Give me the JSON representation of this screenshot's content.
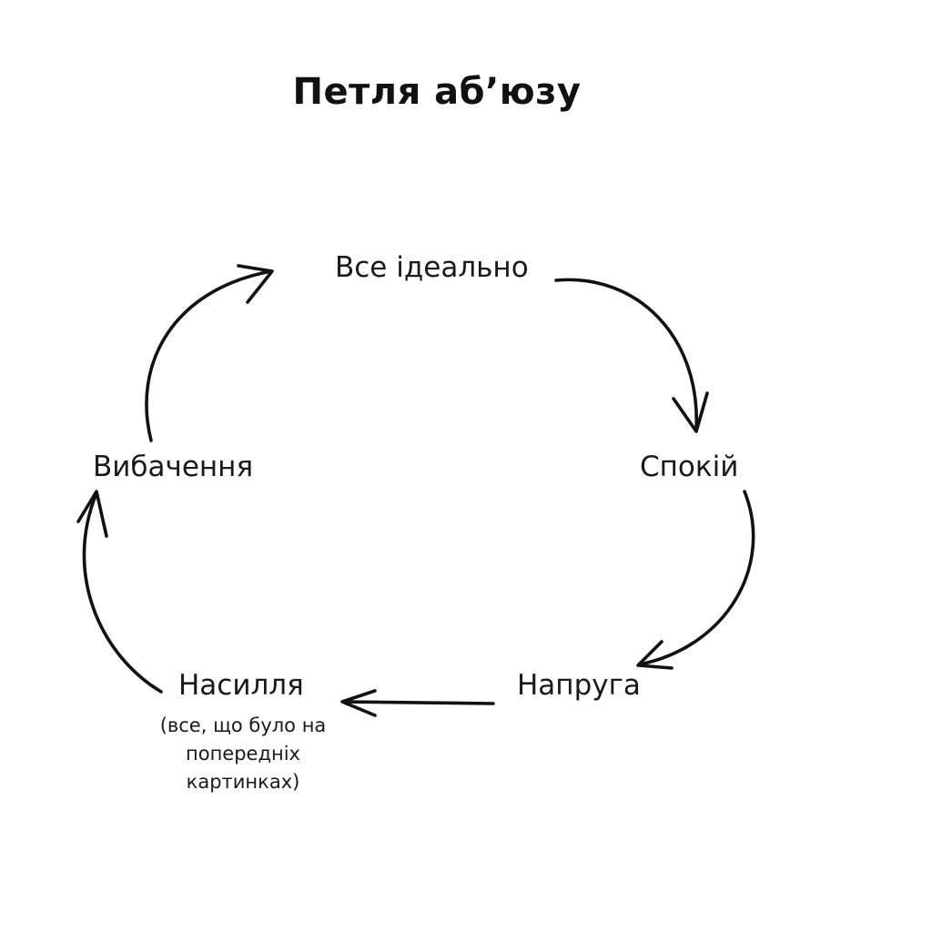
{
  "title": "Петля аб’юзу",
  "stages": {
    "ideal": "Все ідеально",
    "calm": "Спокій",
    "tension": "Напруга",
    "violence": "Насилля",
    "forgiveness": "Вибачення"
  },
  "violence_note": [
    "(все, що було на",
    "попередніх",
    "картинках)"
  ],
  "cycle_order": [
    "Все ідеально",
    "Спокій",
    "Напруга",
    "Насилля",
    "Вибачення"
  ]
}
